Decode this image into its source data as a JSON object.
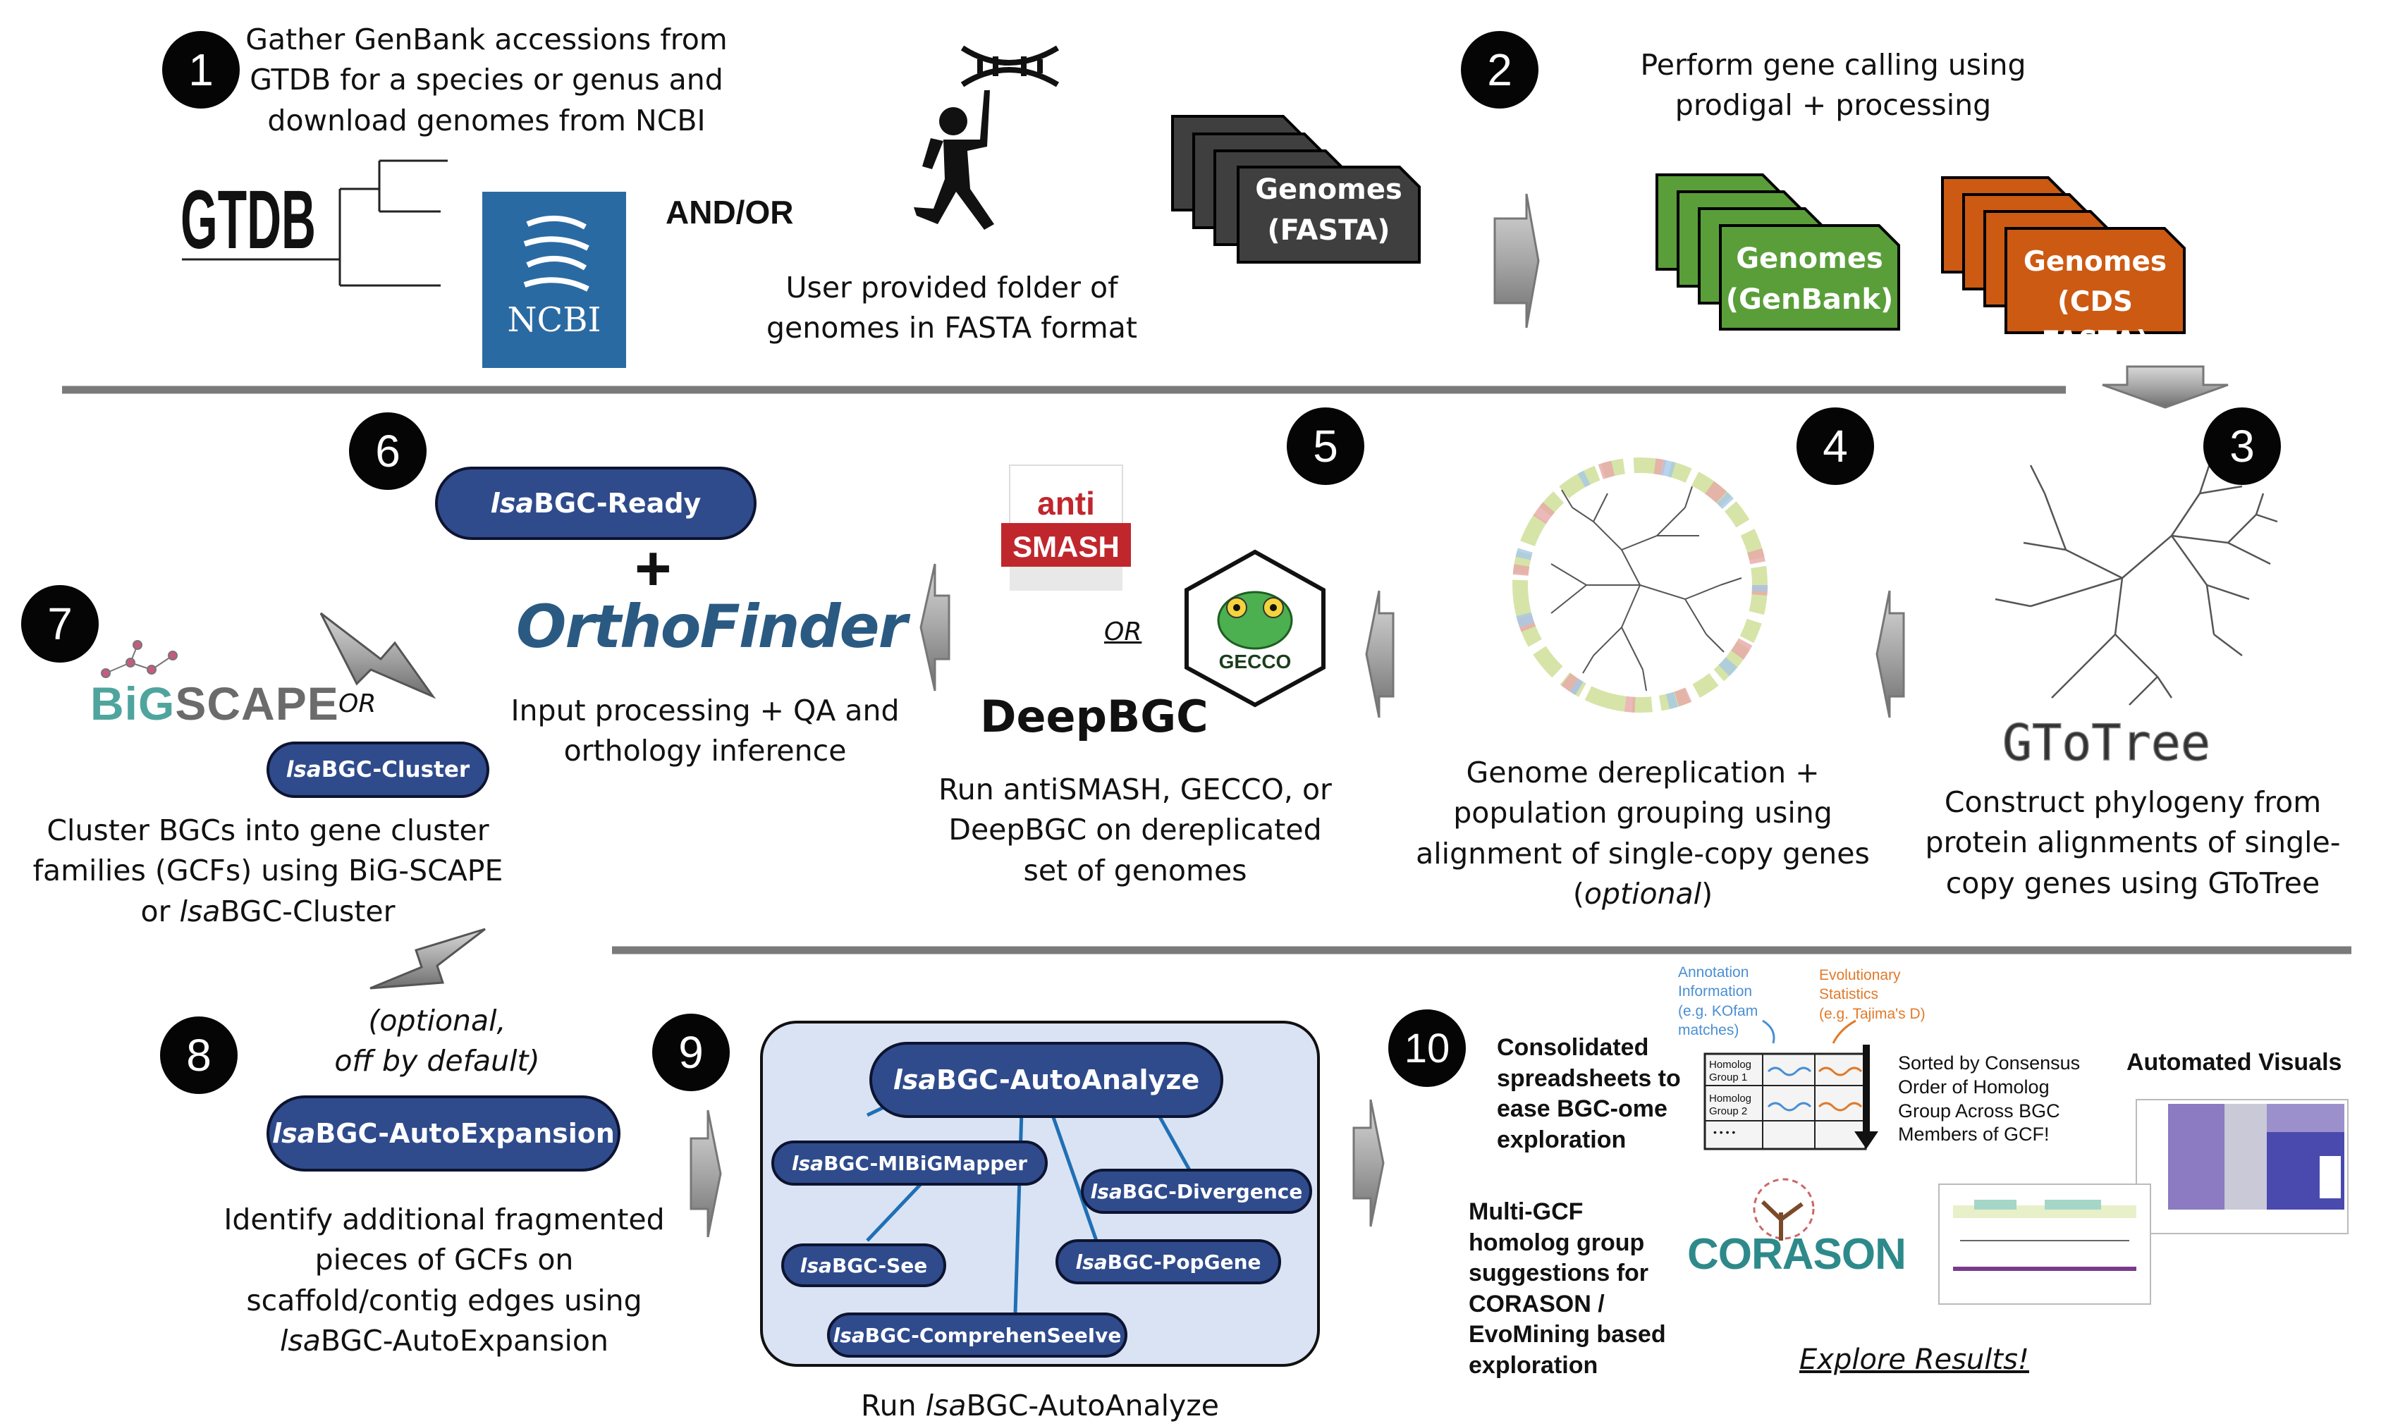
{
  "colors": {
    "badge": "#050505",
    "pill_fill": "#2f4b8c",
    "pill_border": "#0d1430",
    "divider": "#7a7a7a",
    "genomes_fasta": "#3f3f3f",
    "genomes_genbank": "#5a9e3a",
    "genomes_cds": "#cc5a12",
    "autoanalyze_panel": "#dae3f3",
    "ncbi_blue": "#2a6aa3",
    "orthofinder_blue": "#2a5a82",
    "bigscape_teal": "#4fa59e",
    "corason_teal": "#2e8a8a",
    "arrow_gray": "#8c8c8c"
  },
  "steps": {
    "s1": {
      "number": "1",
      "text": [
        "Gather GenBank accessions from",
        "GTDB for a species or genus and",
        "download genomes from NCBI"
      ],
      "and_or": "AND/OR",
      "user_text": [
        "User provided folder of",
        "genomes in FASTA format"
      ],
      "gtdb_logo": "GTDB",
      "ncbi_logo": "NCBI",
      "genomes_fasta": [
        "Genomes",
        "(FASTA)"
      ]
    },
    "s2": {
      "number": "2",
      "text": [
        "Perform gene calling using",
        "prodigal + processing"
      ],
      "genomes_genbank": [
        "Genomes",
        "(GenBank)"
      ],
      "genomes_cds": [
        "Genomes",
        "(CDS FASTA)"
      ]
    },
    "s3": {
      "number": "3",
      "logo": "GToTree",
      "text": [
        "Construct phylogeny from",
        "protein alignments of single-",
        "copy genes using GToTree"
      ]
    },
    "s4": {
      "number": "4",
      "text": [
        "Genome dereplication +",
        "population grouping using",
        "alignment of single-copy genes"
      ],
      "optional": "optional"
    },
    "s5": {
      "number": "5",
      "antismash_top": "anti",
      "antismash_bottom": "SMASH",
      "or": "OR",
      "gecco": "GECCO",
      "deepbgc": "DeepBGC",
      "text": [
        "Run antiSMASH, GECCO, or",
        "DeepBGC on dereplicated",
        "set of genomes"
      ]
    },
    "s6": {
      "number": "6",
      "pill_italic": "lsa",
      "pill_rest": "BGC-Ready",
      "plus": "+",
      "orthofinder": "OrthoFinder",
      "text": [
        "Input processing + QA and",
        "orthology inference"
      ]
    },
    "s7": {
      "number": "7",
      "bigscape_a": "BiG",
      "bigscape_b": "SCAPE",
      "or": "OR",
      "pill_italic": "lsa",
      "pill_rest": "BGC-Cluster",
      "text_lines": [
        "Cluster BGCs into gene cluster",
        "families (GCFs) using BiG-SCAPE"
      ],
      "text_last_pre": "or ",
      "text_last_italic": "lsa",
      "text_last_post": "BGC-Cluster",
      "optional": [
        "(optional,",
        "off by default)"
      ]
    },
    "s8": {
      "number": "8",
      "pill_italic": "lsa",
      "pill_rest": "BGC-AutoExpansion",
      "text_lines": [
        "Identify additional fragmented",
        "pieces of GCFs on",
        "scaffold/contig edges using"
      ],
      "text_last_italic": "lsa",
      "text_last_post": "BGC-AutoExpansion"
    },
    "s9": {
      "number": "9",
      "main_italic": "lsa",
      "main_rest": "BGC-AutoAnalyze",
      "modules": [
        {
          "italic": "lsa",
          "rest": "BGC-MIBiGMapper"
        },
        {
          "italic": "lsa",
          "rest": "BGC-Divergence"
        },
        {
          "italic": "lsa",
          "rest": "BGC-See"
        },
        {
          "italic": "lsa",
          "rest": "BGC-PopGene"
        },
        {
          "italic": "lsa",
          "rest": "BGC-ComprehenSeeIve"
        }
      ],
      "caption_pre": "Run ",
      "caption_italic": "lsa",
      "caption_post": "BGC-AutoAnalyze"
    },
    "s10": {
      "number": "10",
      "consolidated": [
        "Consolidated",
        "spreadsheets to",
        "ease BGC-ome",
        "exploration"
      ],
      "annotation": [
        "Annotation",
        "Information",
        "(e.g. KOfam",
        "matches)"
      ],
      "evolutionary": [
        "Evolutionary",
        "Statistics",
        "(e.g. Tajima's D)"
      ],
      "homolog1": [
        "Homolog",
        "Group 1"
      ],
      "homolog2": [
        "Homolog",
        "Group 2"
      ],
      "dots": "• • • •",
      "sorted": [
        "Sorted by Consensus",
        "Order of Homolog",
        "Group Across BGC",
        "Members of GCF!"
      ],
      "automated": "Automated Visuals",
      "multi_gcf": [
        "Multi-GCF",
        "homolog group",
        "suggestions for",
        "CORASON /",
        "EvoMining based",
        "exploration"
      ],
      "corason": "CORASON",
      "explore": "Explore Results!"
    }
  }
}
